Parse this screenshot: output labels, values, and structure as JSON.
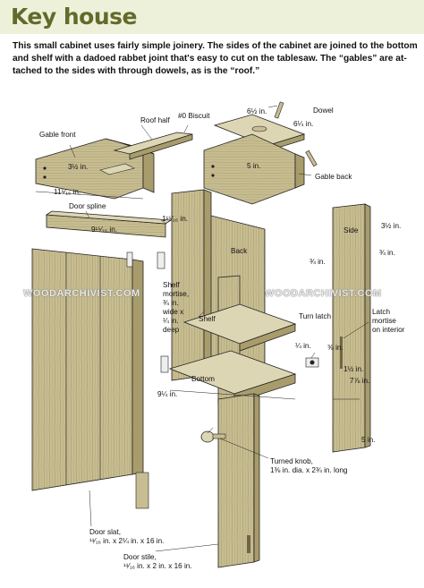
{
  "header": {
    "title": "Key house",
    "intro_lines": [
      "This small cabinet uses fairly simple joinery. The sides of the cabinet are joined to the bottom",
      "and shelf with a dadoed rabbet joint that's easy to cut on the tablesaw. The “gables” are at-",
      "tached to the sides with through dowels, as is the “roof.”"
    ]
  },
  "labels": {
    "gable_front": "Gable front",
    "roof_half": "Roof half",
    "biscuit": "#0 Biscuit",
    "dowel": "Dowel",
    "dim_6_5": "6½ in.",
    "dim_6_25": "6¼ in.",
    "dim_3_5_gable": "3½ in.",
    "dim_5_gable": "5 in.",
    "dim_11_5": "11⁵⁄₁₆ in.",
    "gable_back": "Gable back",
    "door_spline": "Door spline",
    "dim_1_15": "1¹⁵⁄₁₆ in.",
    "dim_9_15": "9¹⁵⁄₁₆ in.",
    "back": "Back",
    "dim_3_5_side": "3½ in.",
    "side": "Side",
    "dim_0_75_side": "¾ in.",
    "dim_0_75_back": "¾ in.",
    "shelf_mortise_1": "Shelf",
    "shelf_mortise_2": "mortise,",
    "shelf_mortise_3": "¾ in.",
    "shelf_mortise_4": "wide x",
    "shelf_mortise_5": "¼ in.",
    "shelf_mortise_6": "deep",
    "turn_latch": "Turn latch",
    "latch_mortise_1": "Latch",
    "latch_mortise_2": "mortise",
    "latch_mortise_3": "on interior",
    "shelf": "Shelf",
    "bottom": "Bottom",
    "dim_0_25": "¼ in.",
    "dim_0_375": "⅜ in.",
    "dim_1_5": "1½ in.",
    "dim_7_875": "7⅞ in.",
    "dim_9_25": "9¼ in.",
    "dim_5_side": "5 in.",
    "knob_1": "Turned knob,",
    "knob_2": "1⅜ in. dia. x 2¾ in. long",
    "door_slat_1": "Door slat,",
    "door_slat_2": "¹¹⁄₁₆ in. x 2¼ in. x 16 in.",
    "door_stile_1": "Door stile,",
    "door_stile_2": "¹¹⁄₁₆ in. x 2 in. x 16 in."
  },
  "watermark": {
    "left": "WOODARCHIVIST.COM",
    "right": "WOODARCHIVIST.COM"
  },
  "colors": {
    "title_bar": "#eef1da",
    "title_text": "#636a2c",
    "wood": "#c7bd92",
    "wood_dark": "#a99c6c",
    "wood_light": "#ddd6b4",
    "line": "#222222"
  }
}
